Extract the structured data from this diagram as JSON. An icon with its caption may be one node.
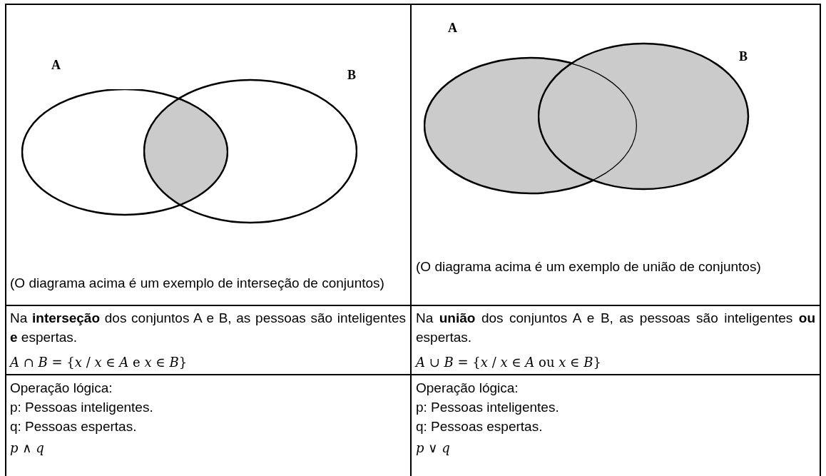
{
  "diagram": {
    "nodes": [
      {
        "text": [
          "A"
        ]
      },
      {
        "text": [
          "B"
        ]
      },
      {
        "text": [
          "A"
        ]
      },
      {
        "text": [
          "B"
        ]
      }
    ],
    "labels": [
      "(O diagrama acima é um exemplo de interseção de conjuntos)",
      "(O diagrama acima é um exemplo de união de conjuntos)",
      "Na **interseção** dos conjuntos A e B, as pessoas são inteligentes **e** espertas.",
      "*A* ∩ *B* = {*x* / *x* ∈ *A* e *x* ∈ *B*}",
      "Na **união** dos conjuntos A e B, as pessoas são inteligentes **ou** espertas.",
      "*A* ∪ *B* = {*x* / *x* ∈ *A* ou *x* ∈ *B*}",
      "Operação lógica:",
      "p: Pessoas inteligentes.",
      "q: Pessoas espertas.",
      "*p* ∧ *q*",
      "Operação lógica:",
      "p: Pessoas inteligentes.",
      "q: Pessoas espertas.",
      "*p* ∨ *q*"
    ]
  }
}
